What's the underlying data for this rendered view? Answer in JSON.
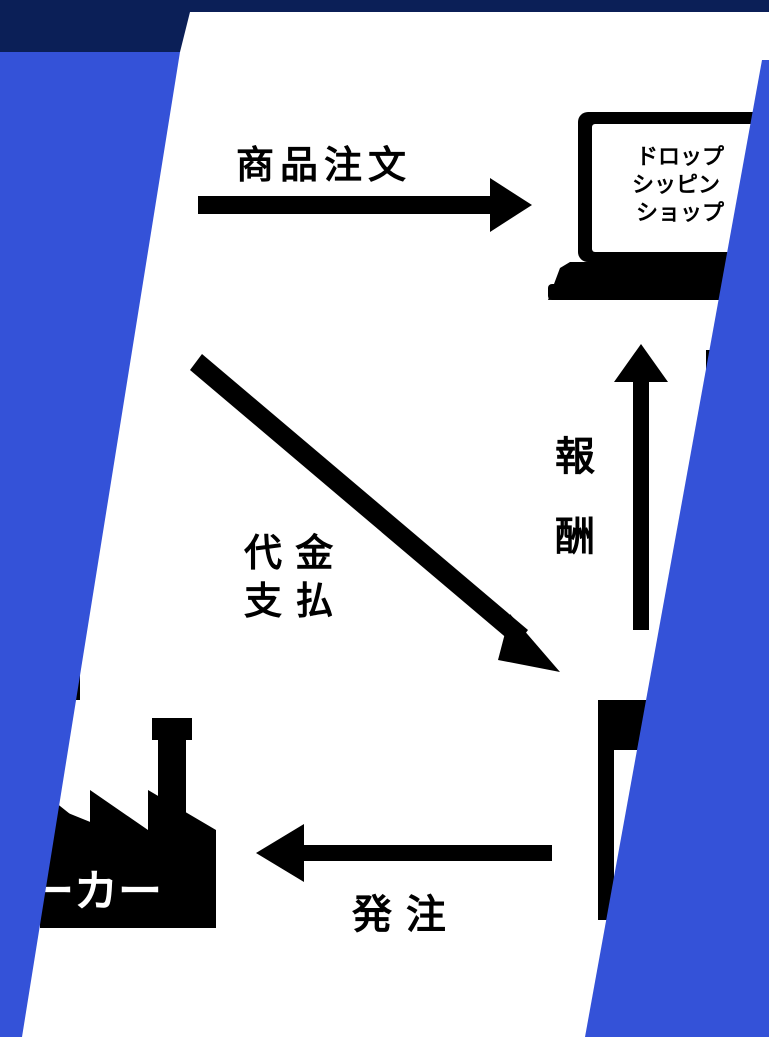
{
  "diagram": {
    "shop_screen_lines": [
      "ドロップ",
      "シッピン",
      "ショップ"
    ],
    "label_order": "商品注文",
    "label_reward_line1": "報",
    "label_reward_line2": "酬",
    "label_payment_line1": "代 金",
    "label_payment_line2": "支 払",
    "label_place_order": "発 注",
    "factory_label": "ーカー"
  },
  "colors": {
    "navy_band": "#0b1f57",
    "overlay_blue": "#3452d8",
    "ink": "#000000",
    "paper": "#ffffff"
  },
  "icons": [
    "laptop-icon",
    "factory-icon",
    "arrow-right-icon",
    "arrow-down-right-icon",
    "arrow-up-icon",
    "arrow-left-icon"
  ]
}
